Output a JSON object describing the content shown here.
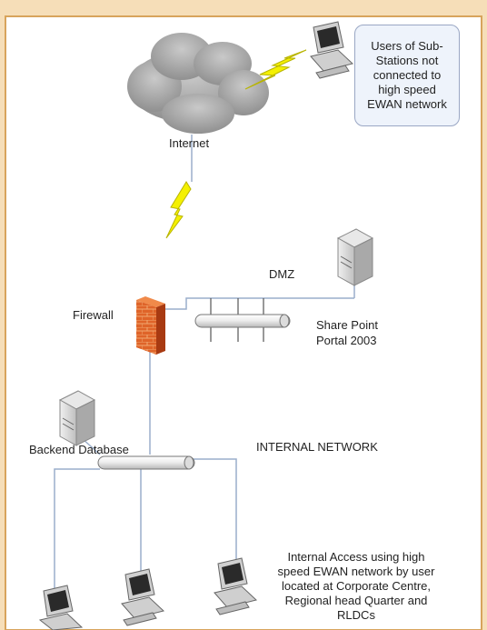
{
  "diagram": {
    "labels": {
      "callout": "Users of Sub-\nStations not\nconnected to\nhigh speed\nEWAN network",
      "internet": "Internet",
      "dmz": "DMZ",
      "firewall": "Firewall",
      "sharepoint_line1": "Share Point",
      "sharepoint_line2": "Portal 2003",
      "backend": "Backend Database",
      "internal_network": "INTERNAL NETWORK",
      "internal_access": "Internal Access using high\nspeed EWAN network by user\nlocated at Corporate Centre,\nRegional head Quarter and\nRLDCs"
    },
    "colors": {
      "background": "#f6deb8",
      "panel": "#ffffff",
      "frame": "#d8a45c",
      "cloud": "#9b9b9b",
      "firewall": "#e06a2a",
      "lightning": "#f4f000",
      "line": "#9aaecb"
    }
  }
}
